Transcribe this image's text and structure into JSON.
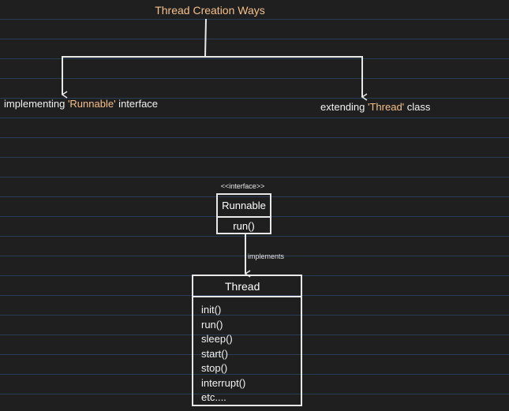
{
  "diagram": {
    "title": "Thread Creation Ways",
    "branches": {
      "left": {
        "prefix": "implementing ",
        "highlight": "'Runnable'",
        "suffix": " interface"
      },
      "right": {
        "prefix": "extending ",
        "highlight": "'Thread'",
        "suffix": " class"
      }
    },
    "runnable": {
      "stereotype": "<<interface>>",
      "name": "Runnable",
      "methods": [
        "run()"
      ]
    },
    "relation_label": "implements",
    "thread": {
      "name": "Thread",
      "methods": [
        "init()",
        "run()",
        "sleep()",
        "start()",
        "stop()",
        "interrupt()",
        "etc...."
      ]
    }
  },
  "colors": {
    "background": "#1f1f1f",
    "grid_lines": "#2a3b55",
    "highlight_text": "#f5c08a",
    "lines": "#e8e8e8"
  }
}
